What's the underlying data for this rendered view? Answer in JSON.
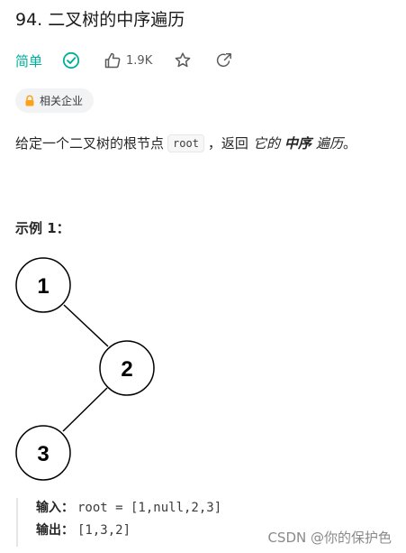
{
  "problem": {
    "title": "94. 二叉树的中序遍历",
    "difficulty": "简单",
    "likes": "1.9K",
    "tag": "相关企业"
  },
  "description": {
    "prefix": "给定一个二叉树的根节点",
    "code": "root",
    "mid": "，返回",
    "italic1": "它的",
    "bold": "中序",
    "italic2": "遍历",
    "suffix": "。"
  },
  "example": {
    "title": "示例 1：",
    "tree_nodes": [
      "1",
      "2",
      "3"
    ],
    "input_label": "输入：",
    "input_value": "root = [1,null,2,3]",
    "output_label": "输出：",
    "output_value": "[1,3,2]"
  },
  "watermark": "CSDN @你的保护色",
  "colors": {
    "easy": "#00af9b",
    "icon": "#5a5a5a",
    "lock": "#ffa116"
  },
  "icons": [
    "check-circle-icon",
    "thumbs-up-icon",
    "star-icon",
    "share-icon",
    "lock-icon"
  ]
}
